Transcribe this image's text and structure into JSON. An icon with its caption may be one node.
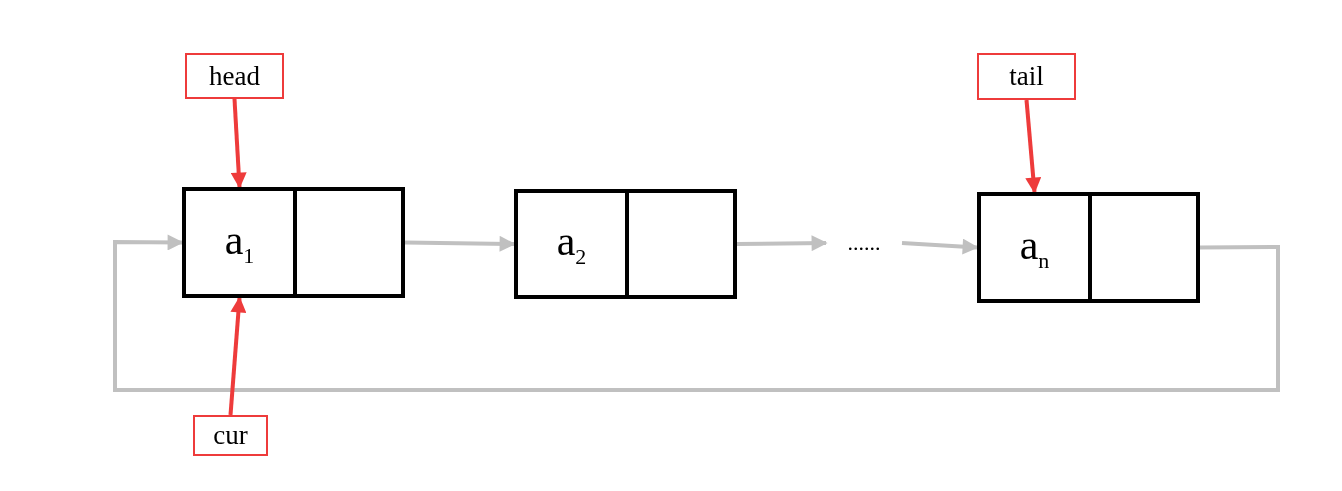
{
  "diagram": {
    "nodes": [
      {
        "text": [
          "head"
        ]
      },
      {
        "text": [
          "tail"
        ]
      },
      {
        "text": [
          "a$_{1}$"
        ]
      },
      {
        "text": [],
        "shape": "box"
      },
      {
        "text": [
          "a$_{2}$"
        ]
      },
      {
        "text": [],
        "shape": "box"
      },
      {
        "text": [
          "......"
        ]
      },
      {
        "text": [
          "a$_{n}$"
        ]
      },
      {
        "text": [],
        "shape": "box"
      },
      {
        "text": [
          "cur"
        ]
      }
    ],
    "edges": [
      {
        "from": 0,
        "to": 2,
        "arrow": "to",
        "color": "#ee3b3b"
      },
      {
        "from": 1,
        "to": 7,
        "arrow": "to",
        "color": "#ee3b3b"
      },
      {
        "from": 3,
        "to": 4,
        "arrow": "to"
      },
      {
        "from": 5,
        "to": 6,
        "arrow": "to"
      },
      {
        "from": 6,
        "to": 7,
        "arrow": "to"
      },
      {
        "from": 8,
        "to": 2,
        "arrow": "to"
      },
      {
        "from": 9,
        "to": 2,
        "arrow": "to",
        "color": "#ee3b3b"
      }
    ]
  }
}
